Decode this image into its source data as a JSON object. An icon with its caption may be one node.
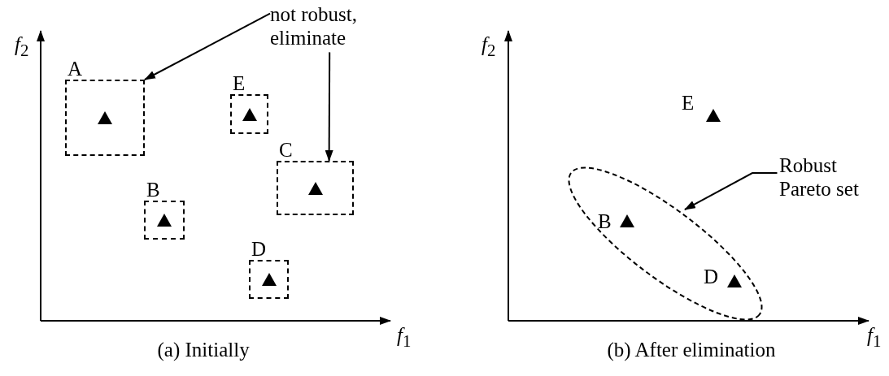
{
  "diagram": {
    "nodes": [
      {
        "text": [
          "A"
        ]
      },
      {
        "text": [
          "E"
        ]
      },
      {
        "text": [
          "C"
        ]
      },
      {
        "text": [
          "B"
        ]
      },
      {
        "text": [
          "D"
        ]
      },
      {
        "text": [
          "not robust, eliminate"
        ]
      },
      {
        "text": [
          "Robust Pareto set"
        ]
      },
      {
        "text": [
          "B",
          "D"
        ]
      }
    ],
    "edges": [
      {
        "from": 5,
        "to": 0,
        "arrow": "to"
      },
      {
        "from": 5,
        "to": 2,
        "arrow": "to"
      },
      {
        "from": 6,
        "to": 7,
        "arrow": "to"
      }
    ],
    "labels": [
      "*f*$_{2}$",
      "*f*$_{2}$",
      "E",
      "*f*$_{1}$",
      "*f*$_{1}$",
      "(a) Initially",
      "(b) After elimination"
    ]
  }
}
